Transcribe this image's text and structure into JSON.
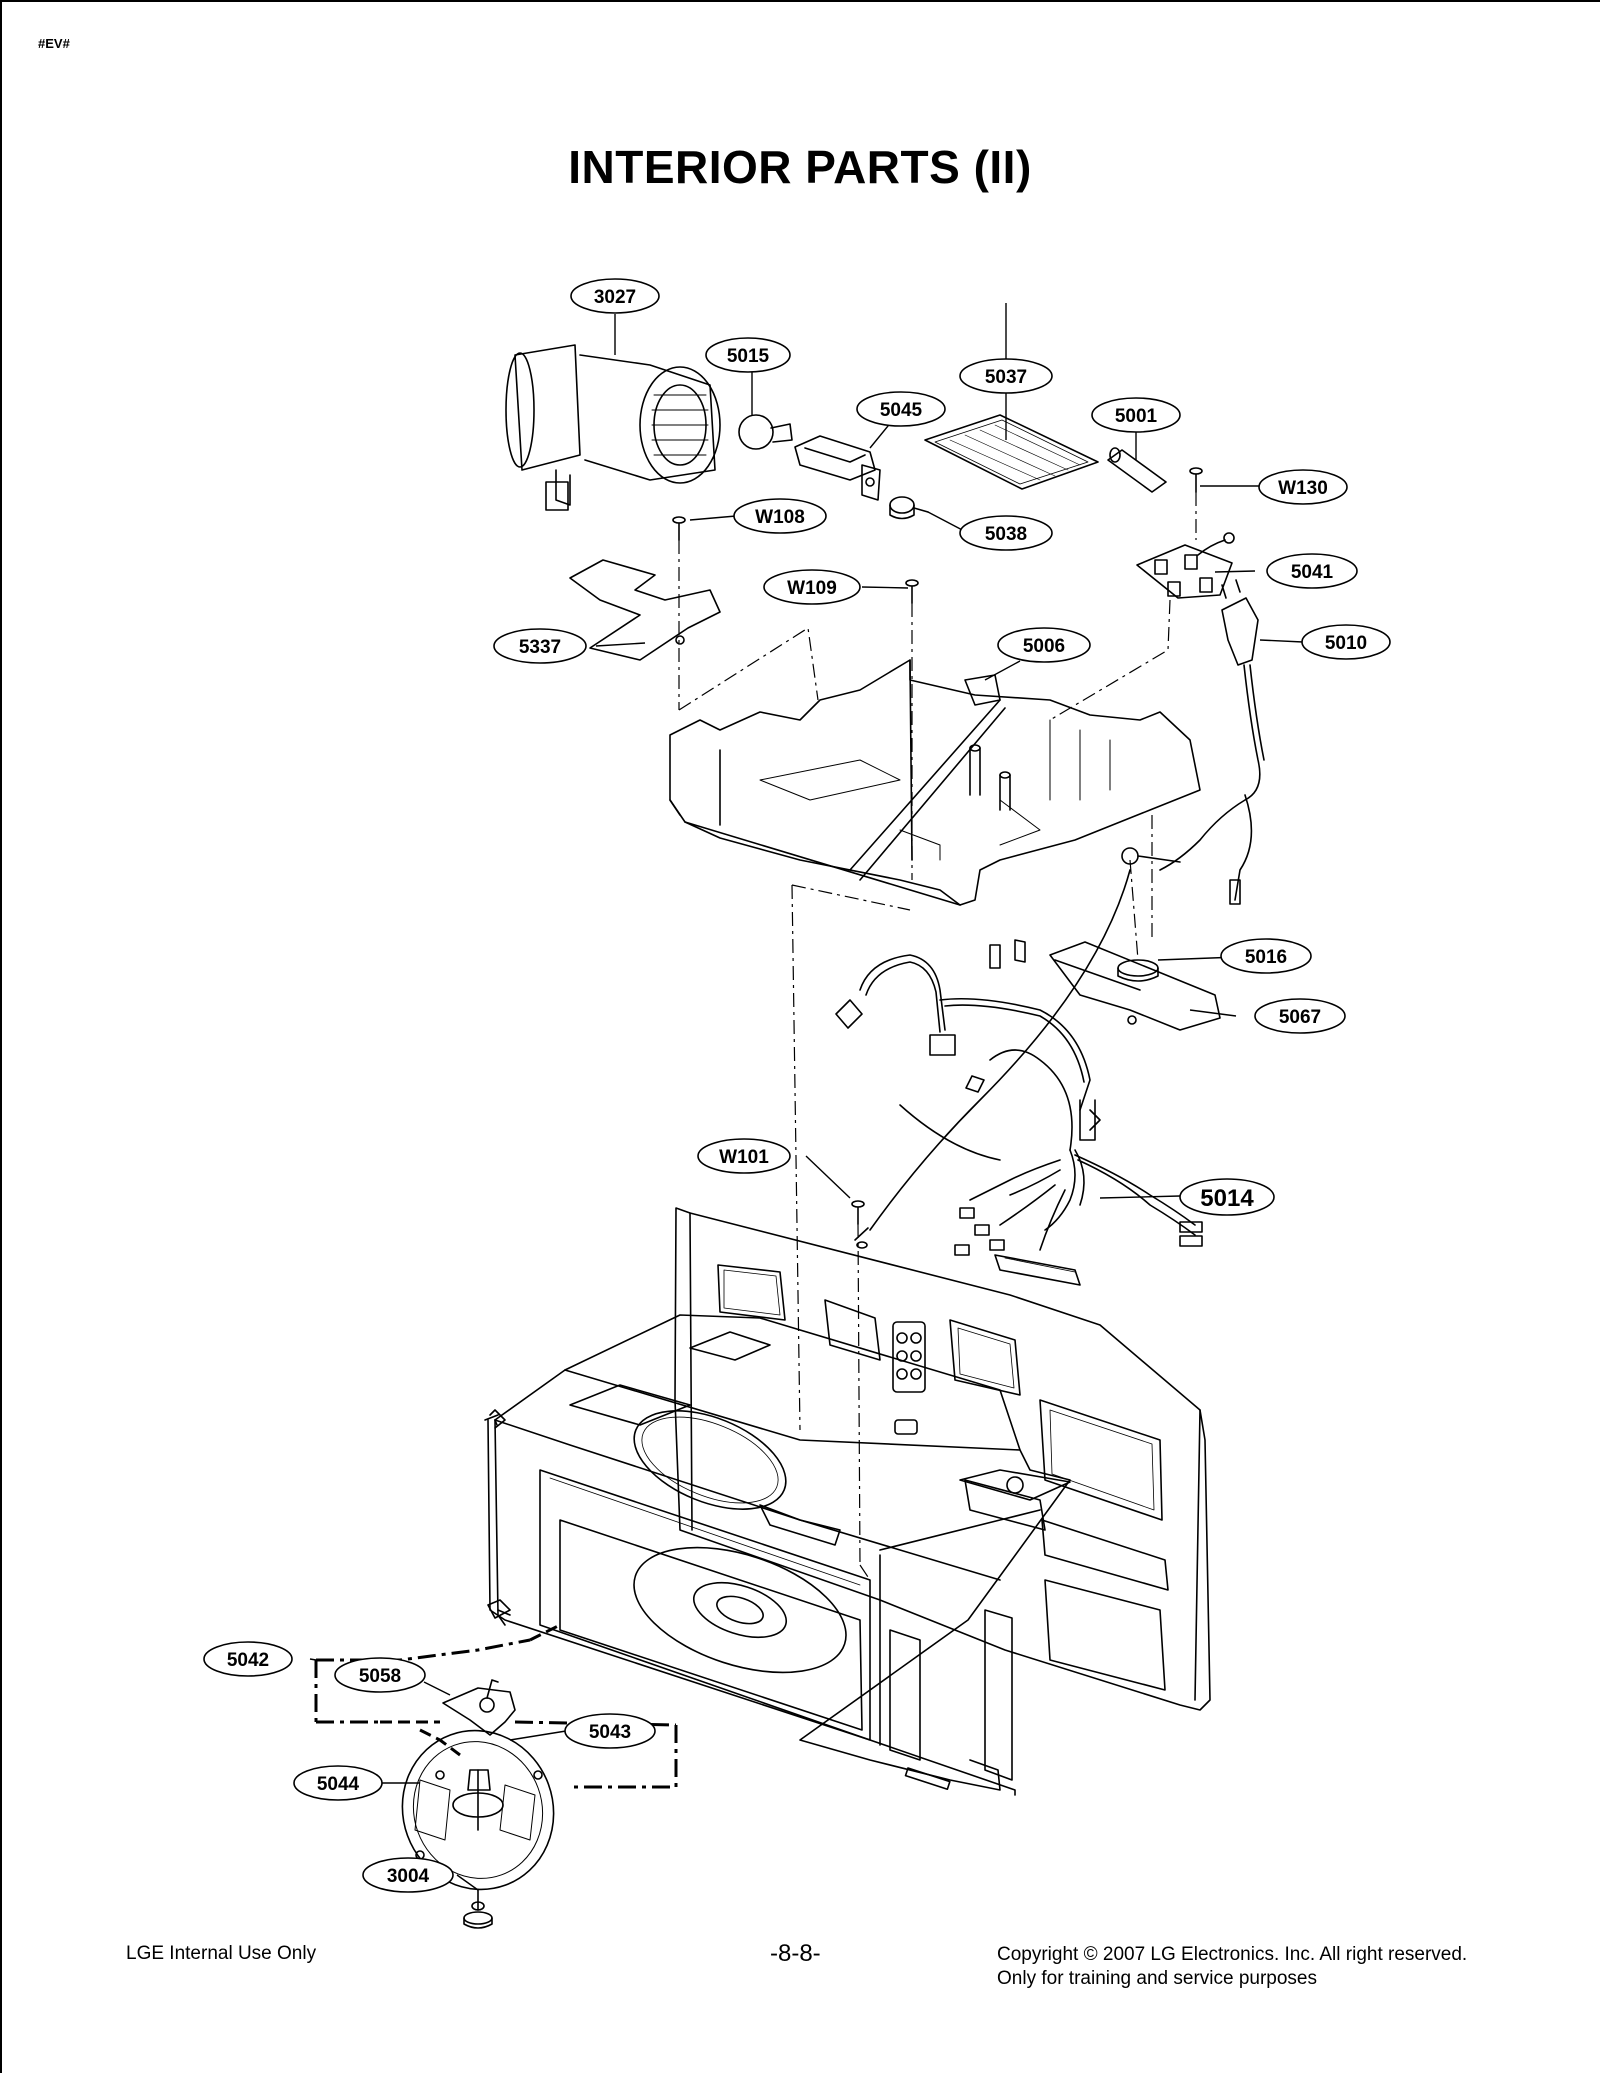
{
  "page": {
    "corner_tag": "#EV#",
    "title": "INTERIOR PARTS (II)"
  },
  "callouts": [
    {
      "id": "c3027",
      "label": "3027"
    },
    {
      "id": "c5015",
      "label": "5015"
    },
    {
      "id": "c5037",
      "label": "5037"
    },
    {
      "id": "c5045",
      "label": "5045"
    },
    {
      "id": "c5001",
      "label": "5001"
    },
    {
      "id": "cW130",
      "label": "W130"
    },
    {
      "id": "cW108",
      "label": "W108"
    },
    {
      "id": "c5038",
      "label": "5038"
    },
    {
      "id": "c5041",
      "label": "5041"
    },
    {
      "id": "cW109",
      "label": "W109"
    },
    {
      "id": "c5337",
      "label": "5337"
    },
    {
      "id": "c5006",
      "label": "5006"
    },
    {
      "id": "c5010",
      "label": "5010"
    },
    {
      "id": "c5016",
      "label": "5016"
    },
    {
      "id": "c5067",
      "label": "5067"
    },
    {
      "id": "cW101",
      "label": "W101"
    },
    {
      "id": "c5014",
      "label": "5014"
    },
    {
      "id": "c5042",
      "label": "5042"
    },
    {
      "id": "c5058",
      "label": "5058"
    },
    {
      "id": "c5043",
      "label": "5043"
    },
    {
      "id": "c5044",
      "label": "5044"
    },
    {
      "id": "c3004",
      "label": "3004"
    }
  ],
  "footer": {
    "left": "LGE Internal Use Only",
    "page_number": "-8-8-",
    "copyright_line1": "Copyright © 2007 LG Electronics. Inc. All right reserved.",
    "copyright_line2": "Only for training and service purposes"
  }
}
